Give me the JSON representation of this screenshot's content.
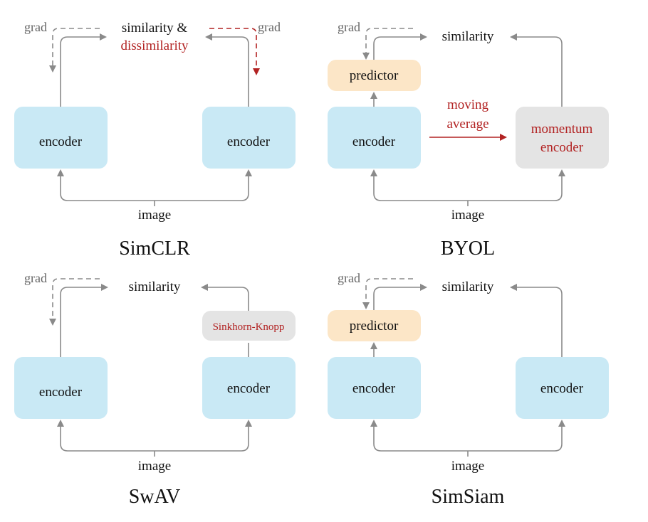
{
  "colors": {
    "encoder": "#c9e9f5",
    "predictor": "#fce6c7",
    "momentum": "#e4e4e4",
    "accent": "#b22222",
    "arrow": "#8a8a8a"
  },
  "simclr": {
    "title": "SimCLR",
    "similarity": "similarity &",
    "dissimilarity": "dissimilarity",
    "grad_left": "grad",
    "grad_right": "grad",
    "encoder_left": "encoder",
    "encoder_right": "encoder",
    "image": "image"
  },
  "byol": {
    "title": "BYOL",
    "similarity": "similarity",
    "grad": "grad",
    "predictor": "predictor",
    "encoder": "encoder",
    "moving_1": "moving",
    "moving_2": "average",
    "momentum_1": "momentum",
    "momentum_2": "encoder",
    "image": "image"
  },
  "swav": {
    "title": "SwAV",
    "similarity": "similarity",
    "grad": "grad",
    "sinkhorn": "Sinkhorn-Knopp",
    "encoder_left": "encoder",
    "encoder_right": "encoder",
    "image": "image"
  },
  "simsiam": {
    "title": "SimSiam",
    "similarity": "similarity",
    "grad": "grad",
    "predictor": "predictor",
    "encoder_left": "encoder",
    "encoder_right": "encoder",
    "image": "image"
  }
}
